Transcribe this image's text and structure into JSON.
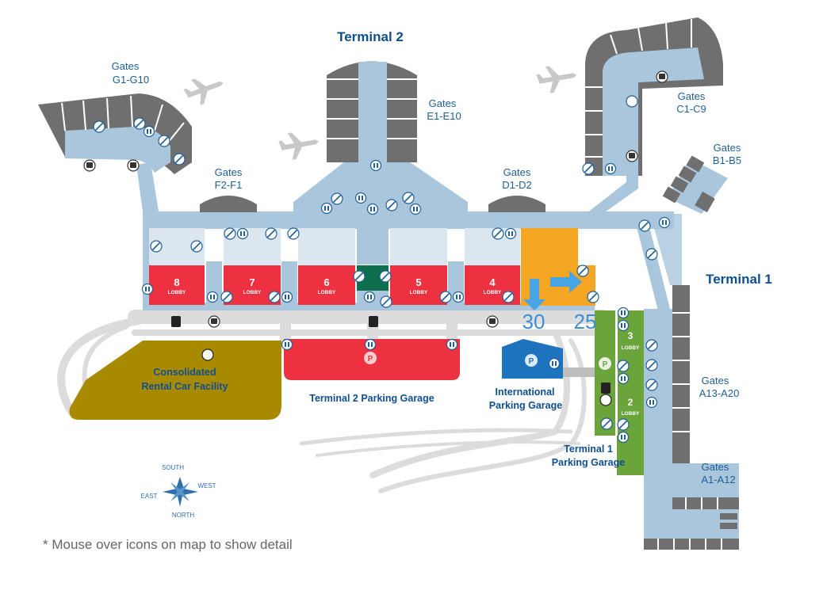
{
  "colors": {
    "road": "#dcdcdc",
    "concourse": "#a9c6dc",
    "concourse_light": "#dbe6ef",
    "gate_block": "#6f6f6f",
    "lobby_red": "#ee3140",
    "orange": "#f5a623",
    "green": "#6aa43a",
    "teal_dark": "#0e6f4f",
    "rental_olive": "#a88a00",
    "intl_garage_blue": "#1e73be",
    "label_blue": "#1f5f99",
    "arrow_blue": "#48a4e3",
    "route_number": "#3a8fd6"
  },
  "terminals": {
    "t1": "Terminal 1",
    "t2": "Terminal 2"
  },
  "gates": {
    "g_heading": "Gates",
    "g": "G1-G10",
    "f": "F2-F1",
    "e": "E1-E10",
    "d": "D1-D2",
    "c": "C1-C9",
    "b": "B1-B5",
    "a13": "A13-A20",
    "a1": "A1-A12"
  },
  "lobbies": {
    "lobby_word": "LOBBY",
    "t2": [
      "8",
      "7",
      "6",
      "5",
      "4"
    ],
    "t1": [
      "3",
      "2"
    ]
  },
  "facilities": {
    "rental_line1": "Consolidated",
    "rental_line2": "Rental Car Facility",
    "t2_garage": "Terminal 2 Parking Garage",
    "intl_garage_line1": "International",
    "intl_garage_line2": "Parking Garage",
    "t1_garage_line1": "Terminal 1",
    "t1_garage_line2": "Parking Garage",
    "parking_symbol": "P"
  },
  "routes": {
    "r30": "30",
    "r25": "25"
  },
  "compass": {
    "south": "SOUTH",
    "north": "NORTH",
    "east": "EAST",
    "west": "WEST"
  },
  "footnote": "* Mouse over icons on map to show detail",
  "icons": {
    "restroom": "restroom-icon",
    "food": "dining-icon",
    "bus": "bus-icon",
    "plane": "airplane-icon",
    "parking": "parking-icon"
  }
}
